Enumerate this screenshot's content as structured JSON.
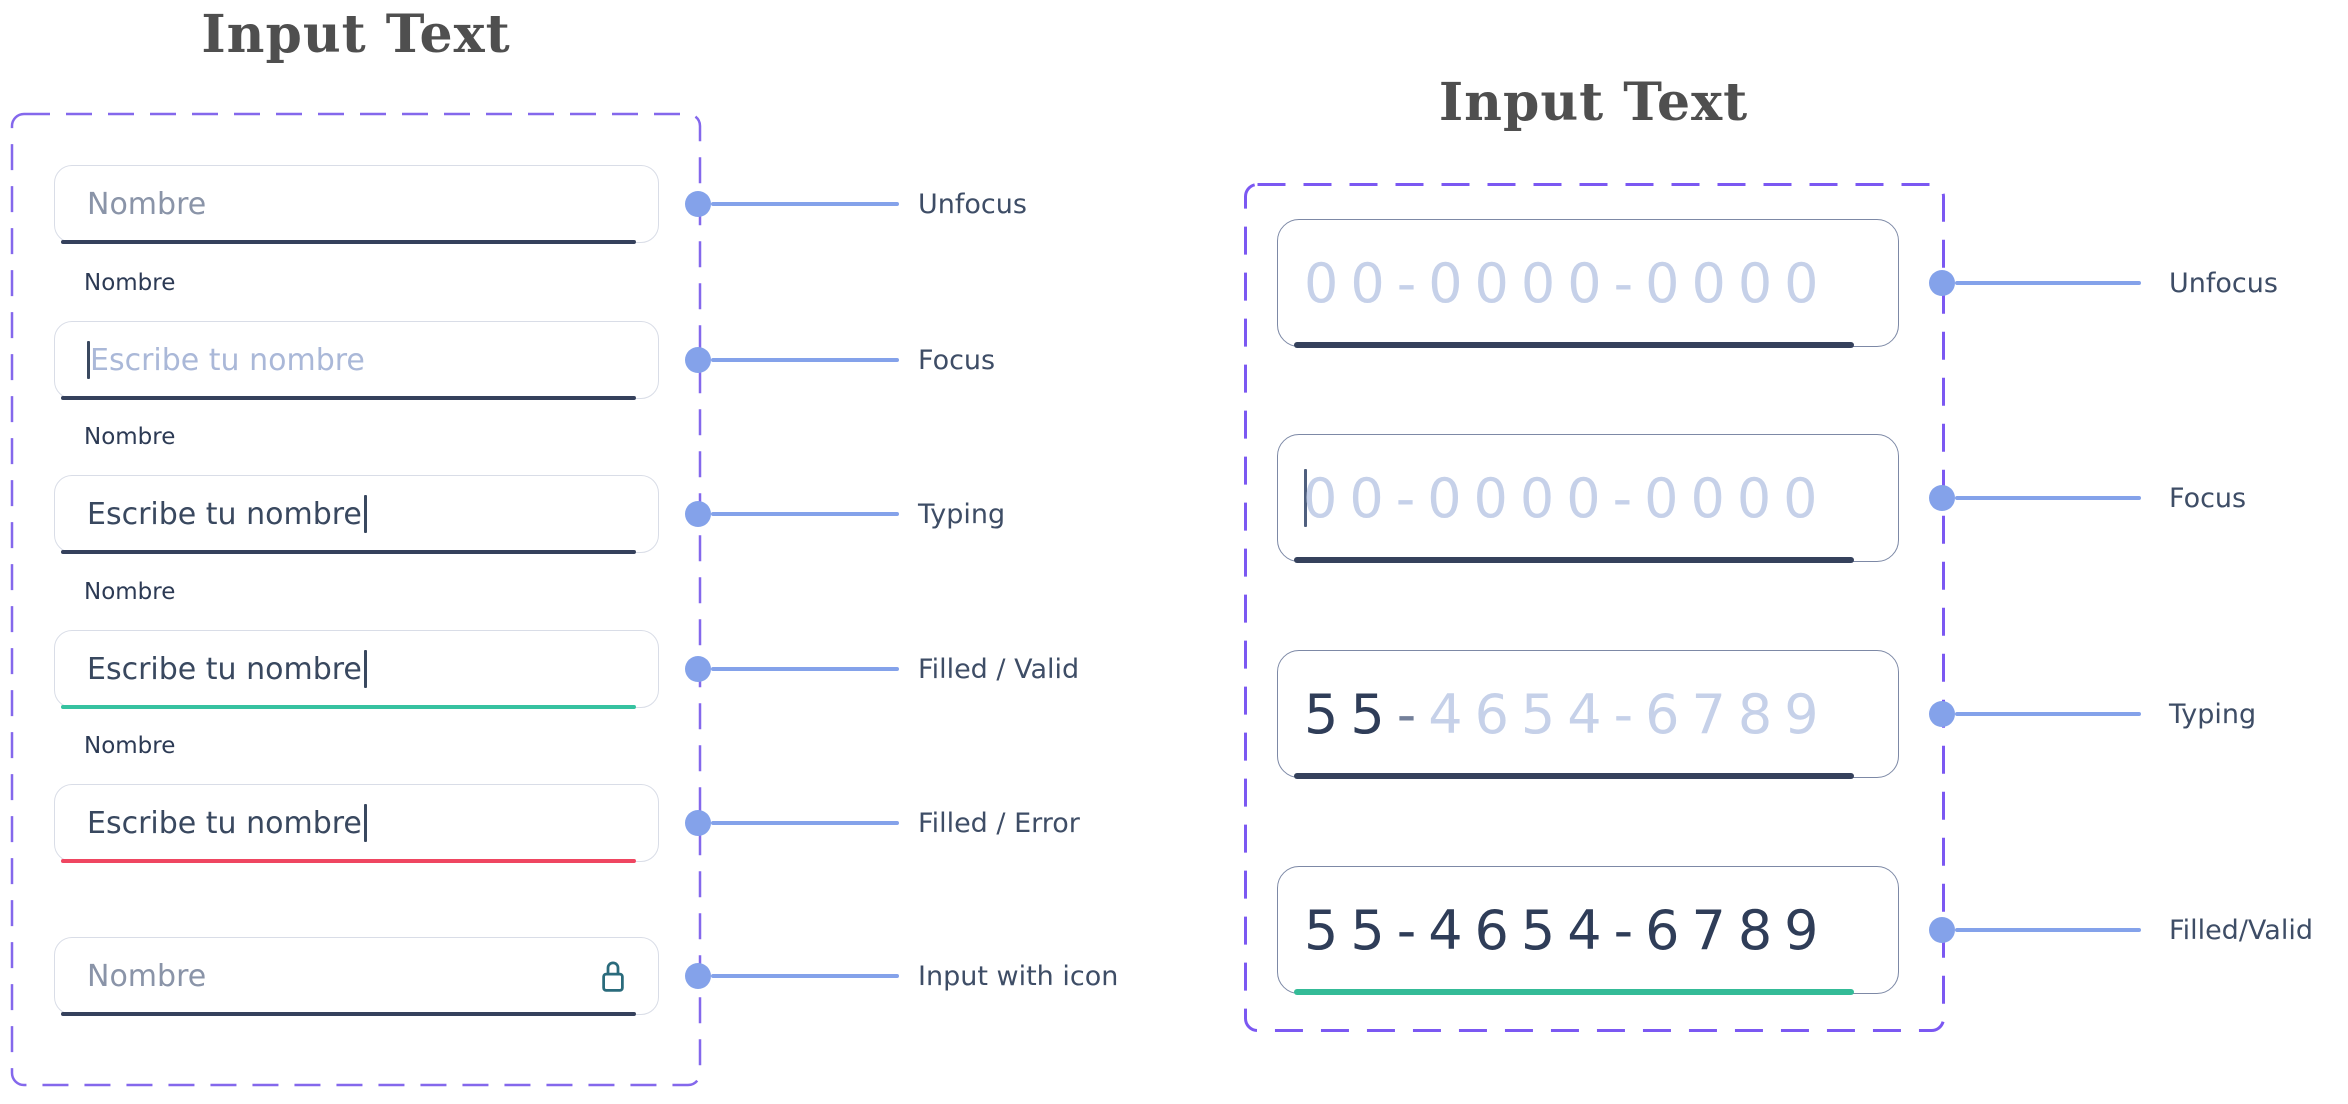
{
  "left_panel": {
    "title": "Input Text",
    "fields": [
      {
        "state": "unfocus",
        "placeholder": "Nombre",
        "annotation": "Unfocus"
      },
      {
        "state": "focus",
        "label": "Nombre",
        "placeholder": "Escribe tu nombre",
        "annotation": "Focus"
      },
      {
        "state": "typing",
        "label": "Nombre",
        "value": "Escribe tu nombre",
        "annotation": "Typing"
      },
      {
        "state": "filled-valid",
        "label": "Nombre",
        "value": "Escribe tu nombre",
        "annotation": "Filled / Valid"
      },
      {
        "state": "filled-error",
        "label": "Nombre",
        "value": "Escribe tu nombre",
        "annotation": "Filled / Error"
      },
      {
        "state": "with-icon",
        "placeholder": "Nombre",
        "icon": "lock-icon",
        "annotation": "Input with icon"
      }
    ]
  },
  "right_panel": {
    "title": "Input Text",
    "fields": [
      {
        "state": "unfocus",
        "placeholder": "00-0000-0000",
        "annotation": "Unfocus"
      },
      {
        "state": "focus",
        "placeholder": "00-0000-0000",
        "annotation": "Focus"
      },
      {
        "state": "typing",
        "typed": "55",
        "separator": "-",
        "hint": "4654-6789",
        "annotation": "Typing"
      },
      {
        "state": "filled-valid",
        "value": "55-4654-6789",
        "annotation": "Filled/Valid"
      }
    ]
  },
  "colors": {
    "frame_dashed_left": "#8468ec",
    "frame_dashed_right": "#7b58f2",
    "connector_blue": "#84a2ea",
    "underline_dark": "#35415c",
    "underline_valid": "#36c2a0",
    "underline_error": "#ef4661",
    "placeholder_gray": "#8a94a8",
    "placeholder_blue": "#aab8d8",
    "text_dark": "#39485f",
    "lock_teal": "#2a6b7c",
    "title_gray": "#4f4f4f"
  }
}
